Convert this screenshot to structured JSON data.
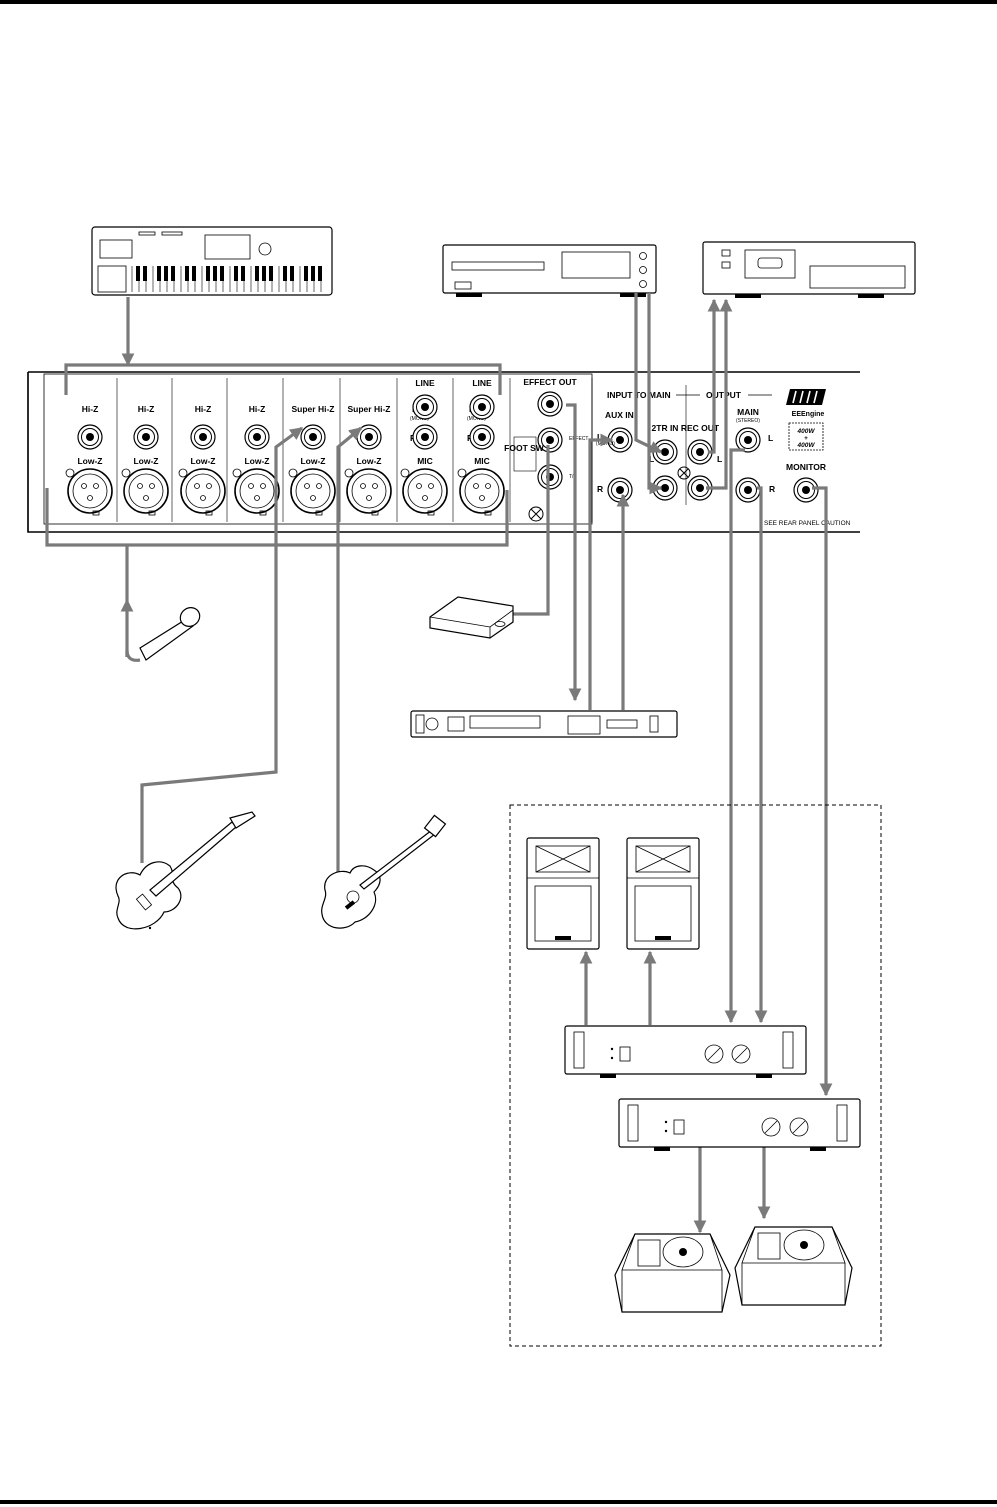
{
  "mixer": {
    "channels": [
      {
        "hi_label": "Hi-Z",
        "low_label": "Low-Z"
      },
      {
        "hi_label": "Hi-Z",
        "low_label": "Low-Z"
      },
      {
        "hi_label": "Hi-Z",
        "low_label": "Low-Z"
      },
      {
        "hi_label": "Hi-Z",
        "low_label": "Low-Z"
      },
      {
        "hi_label": "Super Hi-Z",
        "low_label": "Low-Z"
      },
      {
        "hi_label": "Super Hi-Z",
        "low_label": "Low-Z"
      }
    ],
    "stereo_channels": [
      {
        "line": "LINE",
        "l": "L",
        "mono": "(MONO)",
        "r": "R",
        "mic": "MIC"
      },
      {
        "line": "LINE",
        "l": "L",
        "mono": "(MONO)",
        "r": "R",
        "mic": "MIC"
      }
    ],
    "effect_out": "EFFECT OUT",
    "foot_sw": "FOOT SW",
    "effect_small_1": "EFFECT",
    "effect_small_2": "T/",
    "input_to_main": "INPUT TO MAIN",
    "output": "OUTPUT",
    "aux_in": "AUX IN",
    "aux_l": "L",
    "aux_r": "R",
    "aux_mono": "(MONO)",
    "twotr_in": "2TR IN",
    "twotr_l": "L",
    "rec_out": "REC OUT",
    "rec_l": "L",
    "main": "MAIN",
    "main_stereo": "(STEREO)",
    "main_l": "L",
    "main_r": "R",
    "brand": "EEEngine",
    "power_top": "400W",
    "power_plus": "+",
    "power_bottom": "400W",
    "monitor": "MONITOR",
    "caution": "SEE REAR PANEL CAUTION"
  }
}
